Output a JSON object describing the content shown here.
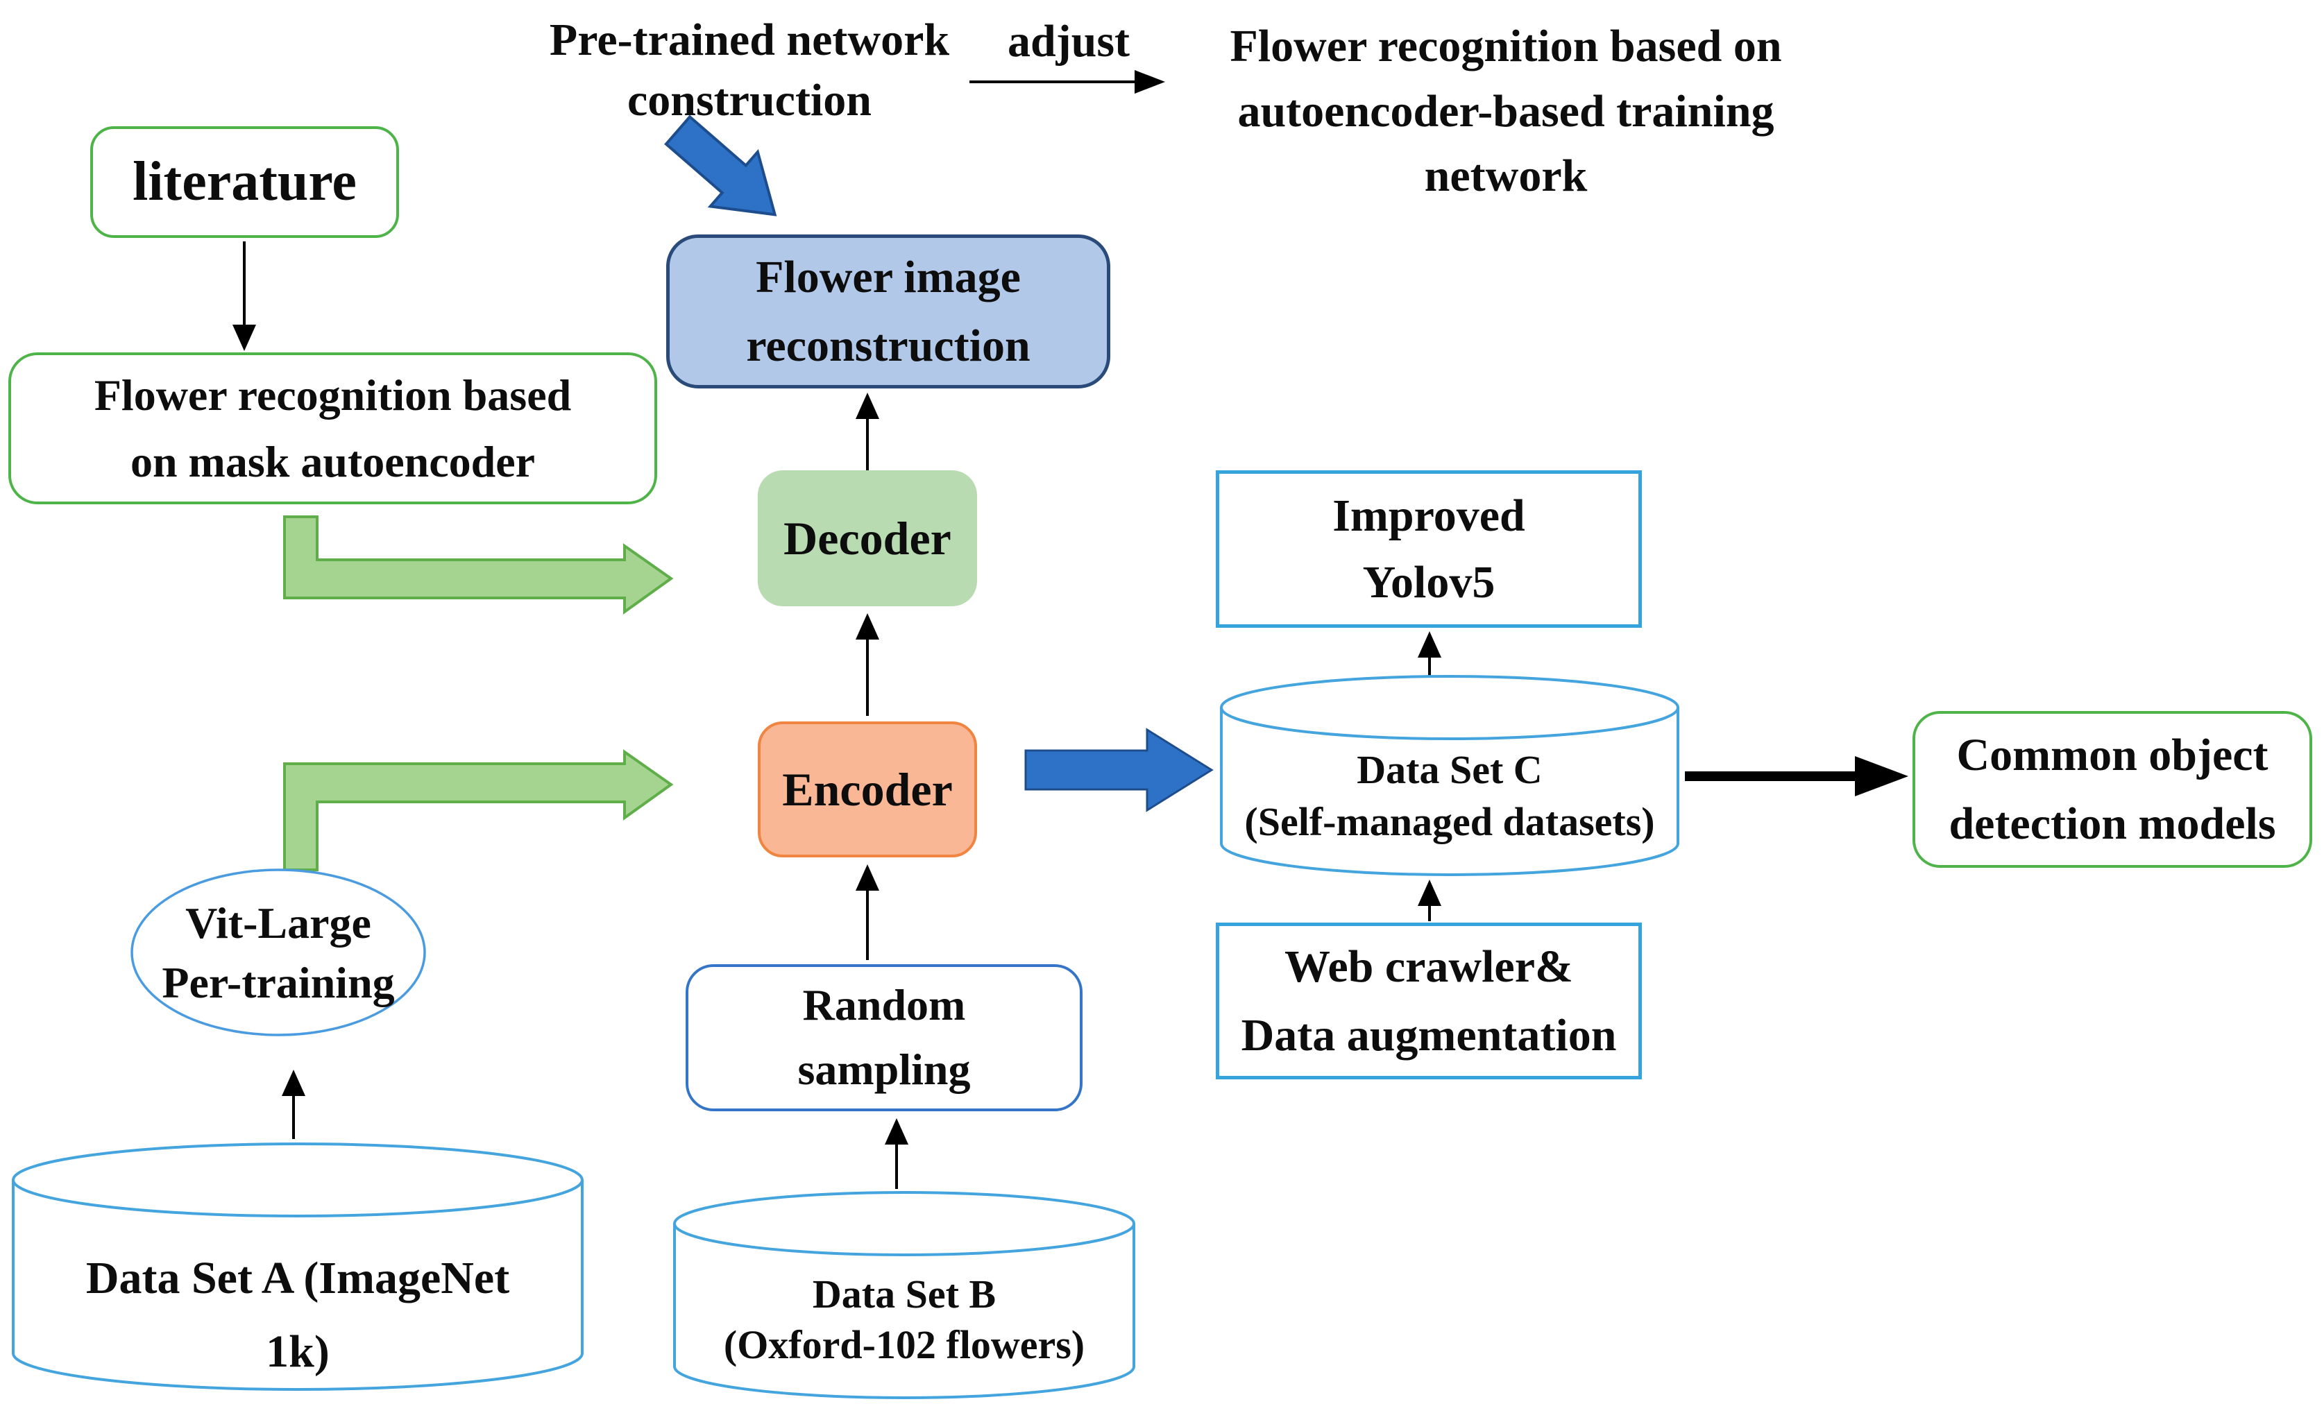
{
  "header": {
    "pretrained_lines": [
      "Pre-trained network",
      "construction"
    ],
    "adjust_label": "adjust",
    "result_lines": [
      "Flower recognition based on",
      "autoencoder-based training",
      "network"
    ]
  },
  "nodes": {
    "literature": "literature",
    "mask_autoencoder_lines": [
      "Flower recognition based",
      "on mask autoencoder"
    ],
    "flower_image_lines": [
      "Flower image",
      "reconstruction"
    ],
    "decoder": "Decoder",
    "encoder": "Encoder",
    "random_sampling_lines": [
      "Random",
      "sampling"
    ],
    "dataset_b_lines": [
      "Data Set B",
      "(Oxford-102 flowers)"
    ],
    "dataset_a_lines": [
      "Data Set A (ImageNet",
      "1k)"
    ],
    "vit_large_lines": [
      "Vit-Large",
      "Per-training"
    ],
    "improved_yolov5_lines": [
      "Improved",
      "Yolov5"
    ],
    "dataset_c_lines": [
      "Data Set C",
      "(Self-managed datasets)"
    ],
    "web_crawler_lines": [
      "Web crawler&",
      "Data augmentation"
    ],
    "common_object_lines": [
      "Common object",
      "detection models"
    ]
  },
  "colors": {
    "green_border": "#4eb348",
    "green_arrow_fill": "#a5d491",
    "green_arrow_border": "#5fae49",
    "decoder_fill": "#b8dbb1",
    "encoder_fill": "#fab795",
    "encoder_border": "#ef8540",
    "flower_image_fill": "#b2c8e8",
    "flower_image_border": "#2a4a7a",
    "blue_arrow_fill": "#2e72c8",
    "blue_arrow_border": "#1d4d8c",
    "cylinder_border": "#44a4de",
    "rect_blue_border": "#35a3dc",
    "rounded_blue_border": "#3575c9",
    "ellipse_border": "#4a9be0"
  }
}
